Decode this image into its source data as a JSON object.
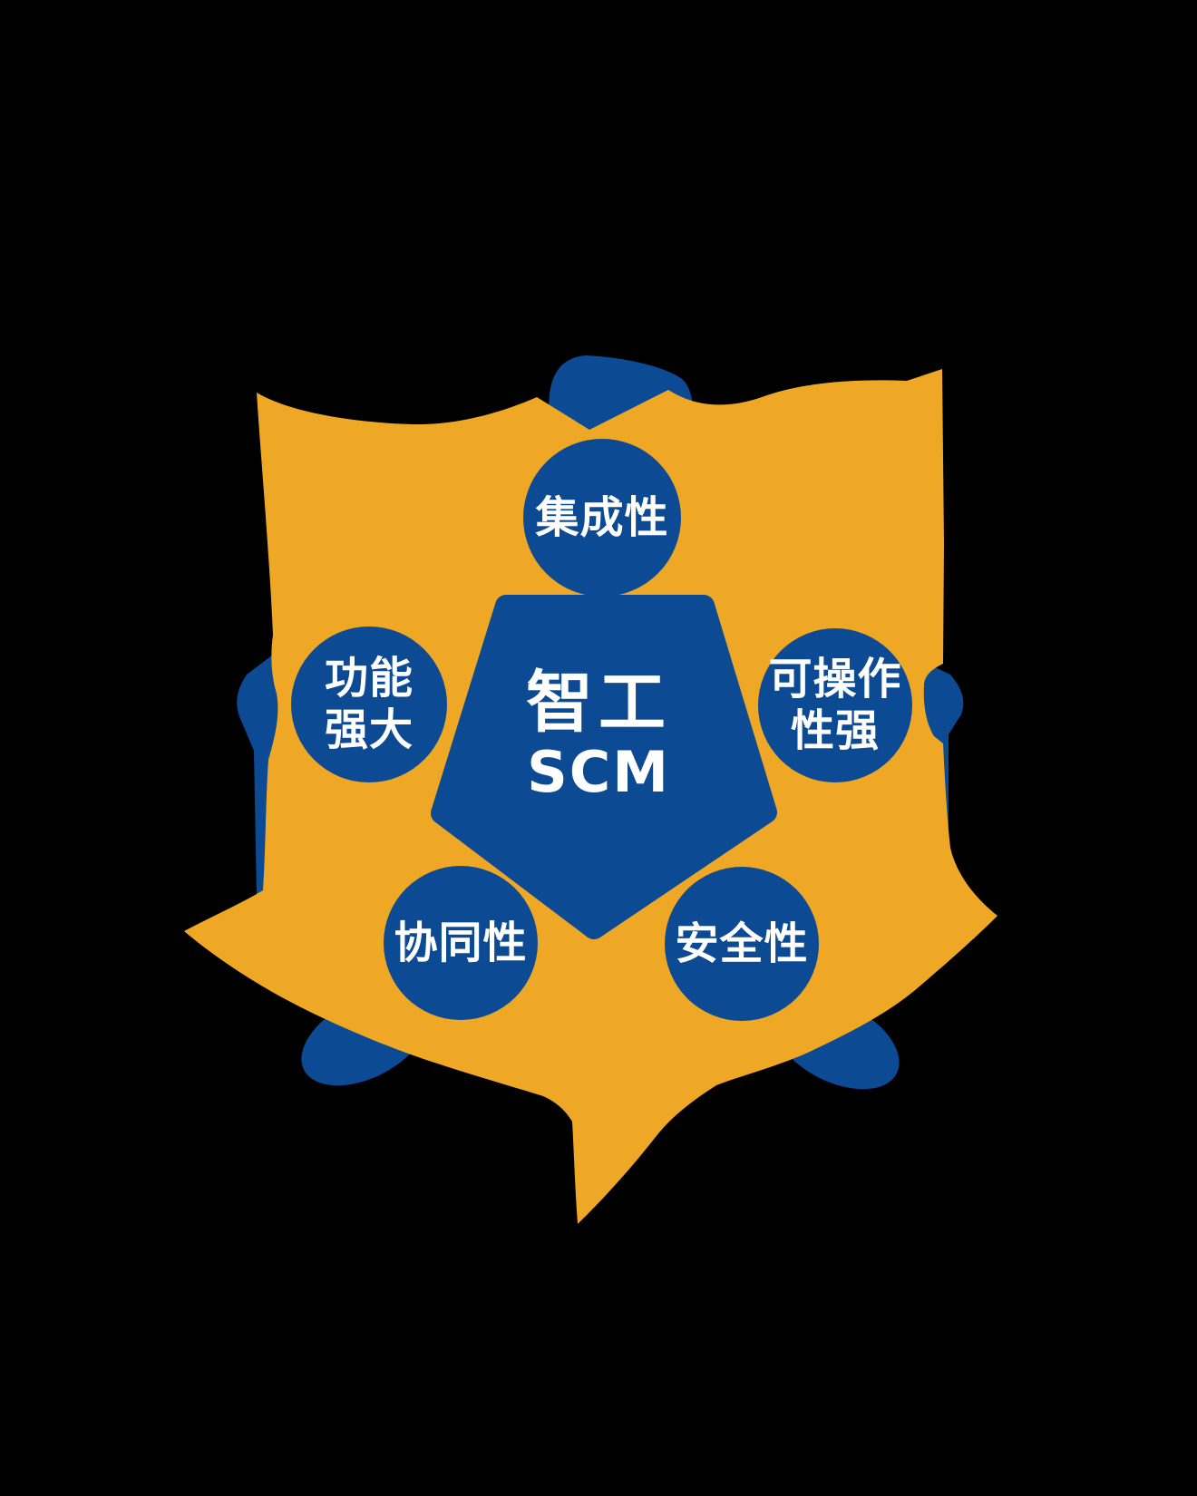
{
  "diagram": {
    "center_label": {
      "line1": "智工",
      "line2": "SCM"
    },
    "nodes": {
      "top": {
        "label": "集成性"
      },
      "left": {
        "line1": "功能",
        "line2": "强大"
      },
      "right": {
        "line1": "可操作",
        "line2": "性强"
      },
      "bottom_left": {
        "label": "协同性"
      },
      "bottom_right": {
        "label": "安全性"
      }
    },
    "colors": {
      "background": "#000000",
      "petal": "#EEA826",
      "node": "#0D4A94",
      "label_text": "#FFFFFF"
    }
  }
}
